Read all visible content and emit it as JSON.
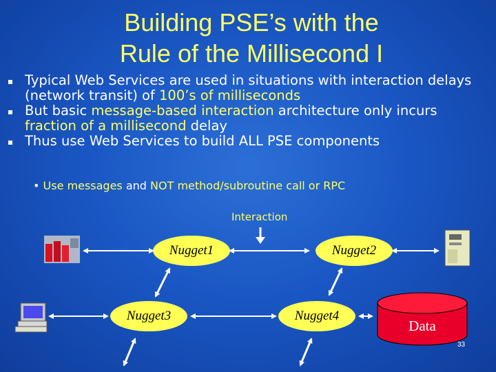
{
  "title": {
    "line1": "Building PSE’s with the",
    "line2": "Rule of the Millisecond I"
  },
  "bullets": [
    {
      "text_a": "Typical Web Services are used in situations with interaction delays (network transit) of ",
      "highlight": "100’s of milliseconds",
      "text_b": ""
    },
    {
      "text_a": "But basic ",
      "highlight": "message-based interaction",
      "text_b": " architecture only incurs ",
      "highlight2": "fraction of a millisecond",
      "text_c": " delay"
    },
    {
      "text_a": "Thus use Web Services to build ALL PSE components"
    }
  ],
  "sub_bullet": {
    "marker": "•",
    "text_a": "Use messages",
    "text_b": " and ",
    "text_c": "NOT method/subroutine call or RPC"
  },
  "diagram": {
    "interaction_label": "Interaction",
    "nuggets": [
      "Nugget1",
      "Nugget2",
      "Nugget3",
      "Nugget4"
    ],
    "data_label": "Data"
  },
  "page_number": "33",
  "colors": {
    "background": "#1a57c4",
    "title": "#ffff66",
    "highlight": "#ffff66",
    "nugget_fill": "#ffff55",
    "cylinder": "#e8002a"
  }
}
